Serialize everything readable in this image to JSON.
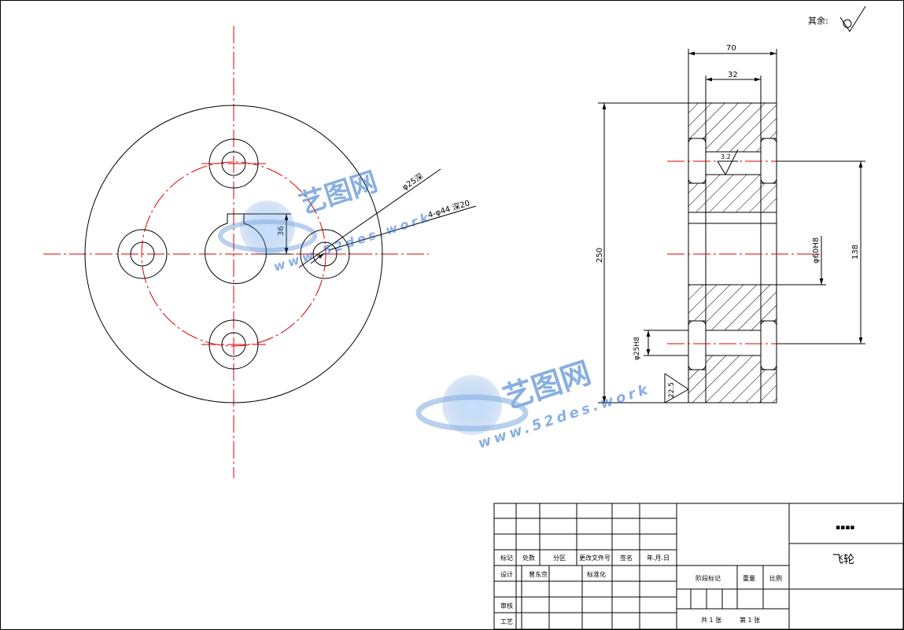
{
  "drawing": {
    "surface_note": "其余:",
    "roughness_general": "",
    "front_view": {
      "hole_note": "4-φ44 深20",
      "bore_note": "φ25深",
      "keyway_height": "36"
    },
    "section_view": {
      "width_overall": "70",
      "width_hub": "32",
      "height_overall": "250",
      "bolt_circle": "138",
      "bore_dia": "φ60H8",
      "hole_dia": "φ25H8",
      "chamfer_dim": "22.5",
      "roughness_value": "3.2"
    }
  },
  "title_block": {
    "row_labels": {
      "mark": "标记",
      "count": "处数",
      "zone": "分区",
      "change_doc": "更改文件号",
      "sign": "签名",
      "date": "年.月.日",
      "design": "设计",
      "std": "标准化",
      "review": "审核",
      "process": "工艺"
    },
    "designer": "曾东京",
    "stage_mark": "阶段标记",
    "weight": "重量",
    "scale": "比例",
    "sheets_total": "共 1 张",
    "sheet_no": "第 1 张",
    "material": "",
    "part_name": "飞轮",
    "company": "▪▪▪▪"
  },
  "watermark": {
    "brand": "艺图网",
    "url": "www.52des.work"
  },
  "colors": {
    "outline": "#000000",
    "center_line": "#e00000",
    "watermark": "#2a6fc9"
  }
}
